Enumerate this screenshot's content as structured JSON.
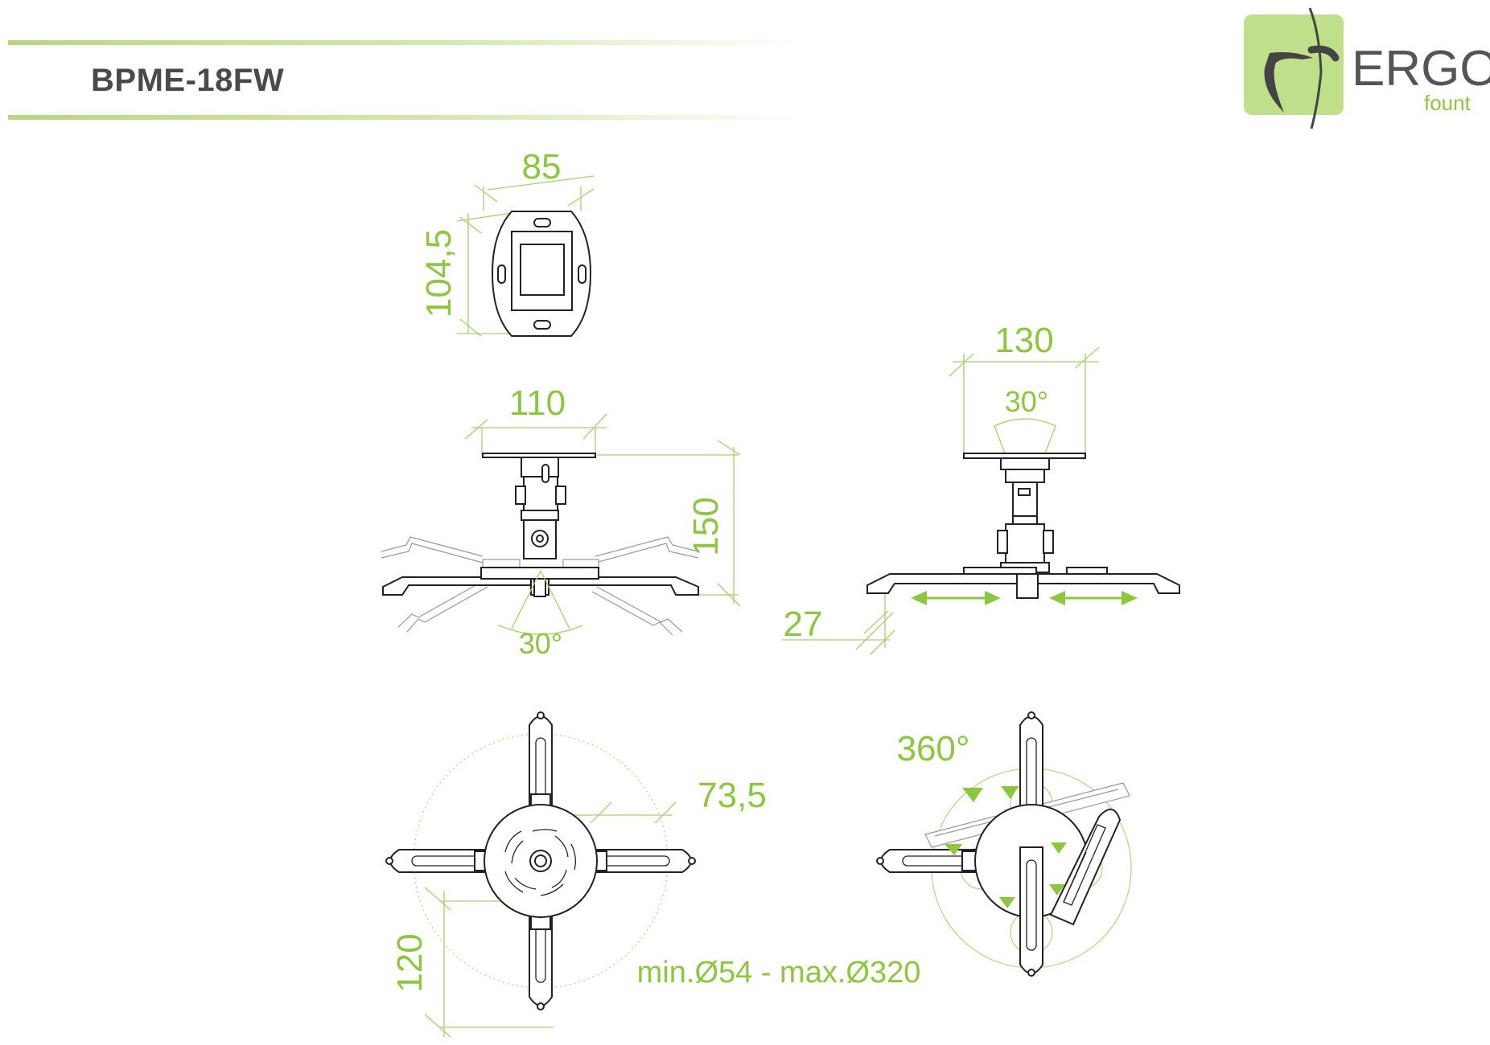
{
  "header": {
    "model": "BPME-18FW",
    "brand_main": "ERGO",
    "brand_sub": "fount",
    "accent_color": "#8dc63f"
  },
  "dimensions": {
    "plate_width": "85",
    "plate_height": "104,5",
    "side_top_width": "110",
    "side_height": "150",
    "side_tilt": "30°",
    "front_width": "130",
    "front_tilt": "30°",
    "arm_offset": "27",
    "bottom_radius": "73,5",
    "bottom_arm": "120",
    "diameter_range": "min.Ø54 - max.Ø320",
    "rotation": "360°"
  }
}
